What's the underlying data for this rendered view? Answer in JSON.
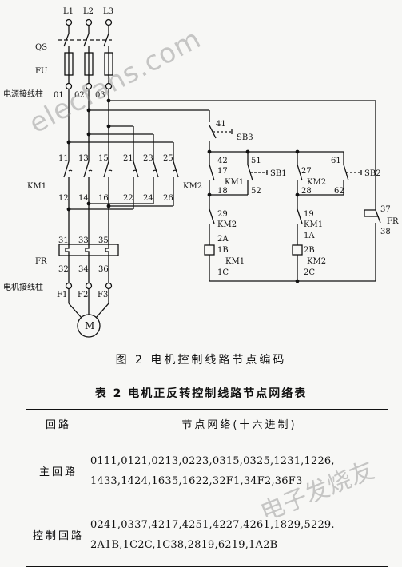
{
  "figure": {
    "caption": "图 2    电机控制线路节点编码",
    "phases": [
      "L1",
      "L2",
      "L3"
    ],
    "qs": "QS",
    "fu": "FU",
    "power_terminal": "电源接线柱",
    "power_nodes": [
      "01",
      "02",
      "03"
    ],
    "main_top_nodes": [
      "11",
      "13",
      "15",
      "21",
      "23",
      "25"
    ],
    "km1": "KM1",
    "km2": "KM2",
    "main_mid_nodes": [
      "12",
      "14",
      "16",
      "22",
      "24",
      "26"
    ],
    "fr": "FR",
    "fr_top_nodes": [
      "31",
      "33",
      "35"
    ],
    "fr_bottom_nodes": [
      "32",
      "34",
      "36"
    ],
    "motor_terminal": "电机接线柱",
    "motor_nodes": [
      "F1",
      "F2",
      "F3"
    ],
    "motor": "M",
    "control": {
      "n41": "41",
      "sb3": "SB3",
      "n42": "42",
      "n17": "17",
      "n51": "51",
      "sb1": "SB1",
      "km1_a": "KM1",
      "n18": "18",
      "n52": "52",
      "n27": "27",
      "n61": "61",
      "sb2": "SB2",
      "km2_a": "KM2",
      "n28": "28",
      "n62": "62",
      "n29": "29",
      "km2_b": "KM2",
      "n2a": "2A",
      "n1b": "1B",
      "km1_coil": "KM1",
      "n1c": "1C",
      "n19": "19",
      "km1_b": "KM1",
      "n1a": "1A",
      "n2b": "2B",
      "km2_coil": "KM2",
      "n2c": "2C",
      "n37": "37",
      "fr": "FR",
      "n38": "38"
    },
    "watermark": "elecfans.com"
  },
  "table": {
    "caption": "表 2    电机正反转控制线路节点网络表",
    "header_circuit": "回路",
    "header_nodes": "节点网络(十六进制)",
    "rows": [
      {
        "circuit": "主回路",
        "line1": "0111,0121,0213,0223,0315,0325,1231,1226,",
        "line2": "1433,1424,1635,1622,32F1,34F2,36F3"
      },
      {
        "circuit": "控制回路",
        "line1": "0241,0337,4217,4251,4227,4261,1829,5229.",
        "line2": "2A1B,1C2C,1C38,2819,6219,1A2B"
      }
    ],
    "watermark": "电子发烧友"
  }
}
